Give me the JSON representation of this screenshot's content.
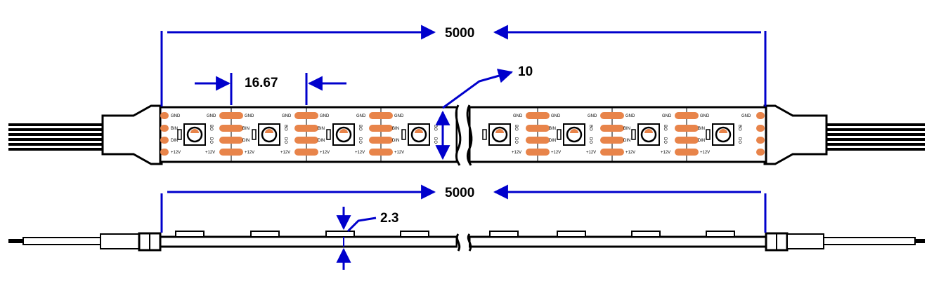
{
  "dimensions": {
    "top_length": "5000",
    "led_pitch": "16.67",
    "width": "10",
    "bottom_length": "5000",
    "thickness": "2.3"
  },
  "pad_labels": {
    "gnd": "GND",
    "bin": "BIN",
    "din": "DIN",
    "v12": "+12V",
    "bo": "BO",
    "do": "DO"
  },
  "colors": {
    "dimension_line": "#0000cc",
    "pad": "#e8844a",
    "outline": "#000000",
    "background": "#ffffff"
  }
}
